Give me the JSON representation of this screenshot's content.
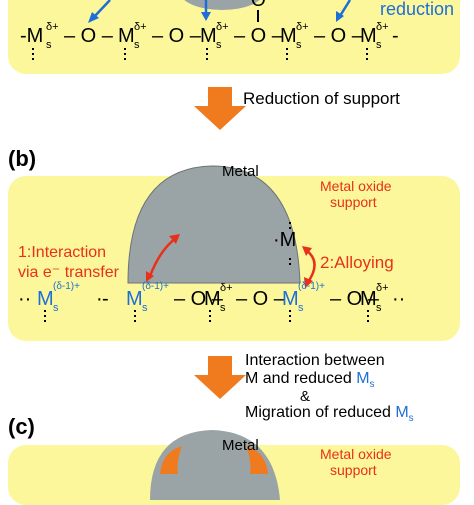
{
  "panel_a": {
    "reduction_label": "reduction",
    "chain": "-Ms - O - Ms - O - Ms - O - Ms - O - Ms -",
    "ms_superscript": "δ+"
  },
  "arrow_1_text": "Reduction of support",
  "panel_b": {
    "label": "(b)",
    "metal_label": "Metal",
    "support_label_line1": "Metal oxide",
    "support_label_line2": "support",
    "interaction_line1": "1:Interaction",
    "interaction_line2": "via e⁻ transfer",
    "alloying_label": "2:Alloying",
    "m_atom": "M",
    "reduced_superscript": "(δ-1)+",
    "ms_superscript": "δ+"
  },
  "arrow_2_text": {
    "line1": "Interaction between",
    "line2": "M and reduced Ms",
    "line3": "&",
    "line4": "Migration of reduced Ms"
  },
  "panel_c": {
    "label": "(c)",
    "metal_label": "Metal",
    "support_label_line1": "Metal oxide",
    "support_label_line2": "support"
  },
  "colors": {
    "panel": "#fbf79a",
    "arrow": "#f07a1e",
    "accent_red": "#e8311a",
    "accent_blue": "#1d6ed8",
    "metal": "#9aa3a6"
  }
}
